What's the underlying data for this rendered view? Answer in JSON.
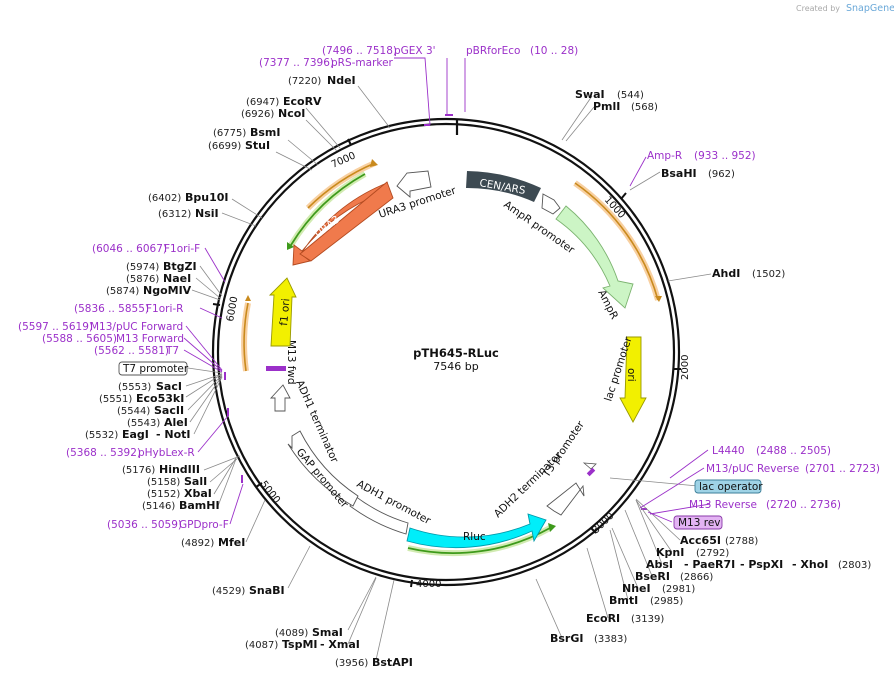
{
  "credit": {
    "prefix": "Created by",
    "brand": "SnapGene"
  },
  "plasmid": {
    "name": "pTH645-RLuc",
    "length": "7546 bp"
  },
  "ticks": [
    "1000",
    "2000",
    "3000",
    "4000",
    "5000",
    "6000",
    "7000"
  ],
  "features": {
    "cen_ars": "CEN/ARS",
    "ampr_promoter": "AmpR promoter",
    "ampr": "AmpR",
    "ori": "ori",
    "lac_promoter": "lac promoter",
    "t3_promoter": "T3 promoter",
    "adh2_terminator": "ADH2 terminator",
    "rluc": "Rluc",
    "adh1_promoter": "ADH1 promoter",
    "gap_promoter": "GAP promoter",
    "adh1_terminator": "ADH1 terminator",
    "m13_fwd": "M13 fwd",
    "f1_ori": "f1 ori",
    "ura3": "URA3",
    "ura3_promoter": "URA3 promoter"
  },
  "boxed_labels": {
    "t7_promoter": "T7 promoter",
    "lac_operator": "lac operator",
    "m13_rev": "M13 rev"
  },
  "enzymes": {
    "swai": {
      "name": "SwaI",
      "pos": "(544)"
    },
    "pmli": {
      "name": "PmlI",
      "pos": "(568)"
    },
    "bsahi": {
      "name": "BsaHI",
      "pos": "(962)"
    },
    "ahdi": {
      "name": "AhdI",
      "pos": "(1502)"
    },
    "acc65i": {
      "name": "Acc65I",
      "pos": "(2788)"
    },
    "kpni": {
      "name": "KpnI",
      "pos": "(2792)"
    },
    "absi": {
      "name": "AbsI",
      "pos": ""
    },
    "paer7i": {
      "name": "- PaeR7I",
      "pos": ""
    },
    "pspxi": {
      "name": "- PspXI",
      "pos": ""
    },
    "xhoi": {
      "name": "- XhoI",
      "pos": "(2803)"
    },
    "bseri": {
      "name": "BseRI",
      "pos": "(2866)"
    },
    "nhei": {
      "name": "NheI",
      "pos": "(2981)"
    },
    "bmti": {
      "name": "BmtI",
      "pos": "(2985)"
    },
    "ecori": {
      "name": "EcoRI",
      "pos": "(3139)"
    },
    "bsrgi": {
      "name": "BsrGI",
      "pos": "(3383)"
    },
    "bstapi": {
      "name": "BstAPI",
      "pos": "(3956)"
    },
    "smai": {
      "name": "SmaI",
      "pos": "(4089)"
    },
    "tspmi": {
      "name": "TspMI",
      "pos": "(4087)"
    },
    "xmai": {
      "name": "- XmaI",
      "pos": ""
    },
    "snabi": {
      "name": "SnaBI",
      "pos": "(4529)"
    },
    "mfei": {
      "name": "MfeI",
      "pos": "(4892)"
    },
    "bamhi": {
      "name": "BamHI",
      "pos": "(5146)"
    },
    "xbai": {
      "name": "XbaI",
      "pos": "(5152)"
    },
    "sali": {
      "name": "SalI",
      "pos": "(5158)"
    },
    "hindiii": {
      "name": "HindIII",
      "pos": "(5176)"
    },
    "eagi": {
      "name": "EagI",
      "pos": "(5532)"
    },
    "noti": {
      "name": "- NotI",
      "pos": ""
    },
    "alei": {
      "name": "AleI",
      "pos": "(5543)"
    },
    "sacii": {
      "name": "SacII",
      "pos": "(5544)"
    },
    "eco53ki": {
      "name": "Eco53kI",
      "pos": "(5551)"
    },
    "saci": {
      "name": "SacI",
      "pos": "(5553)"
    },
    "ngomiv": {
      "name": "NgoMIV",
      "pos": "(5874)"
    },
    "naei": {
      "name": "NaeI",
      "pos": "(5876)"
    },
    "btgzi": {
      "name": "BtgZI",
      "pos": "(5974)"
    },
    "nsii": {
      "name": "NsiI",
      "pos": "(6312)"
    },
    "bpu10i": {
      "name": "Bpu10I",
      "pos": "(6402)"
    },
    "stui": {
      "name": "StuI",
      "pos": "(6699)"
    },
    "bsmi": {
      "name": "BsmI",
      "pos": "(6775)"
    },
    "ncoi": {
      "name": "NcoI",
      "pos": "(6926)"
    },
    "ecorv": {
      "name": "EcoRV",
      "pos": "(6947)"
    },
    "ndei": {
      "name": "NdeI",
      "pos": "(7220)"
    }
  },
  "primers": {
    "pgex3": {
      "name": "pGEX 3'",
      "pos": "(7496 .. 7518)"
    },
    "prs_marker": {
      "name": "pRS-marker",
      "pos": "(7377 .. 7396)"
    },
    "pbrforeco": {
      "name": "pBRforEco",
      "pos": "(10 .. 28)"
    },
    "amp_r": {
      "name": "Amp-R",
      "pos": "(933 .. 952)"
    },
    "l4440": {
      "name": "L4440",
      "pos": "(2488 .. 2505)"
    },
    "m13puc_rev": {
      "name": "M13/pUC Reverse",
      "pos": "(2701 .. 2723)"
    },
    "m13_reverse": {
      "name": "M13 Reverse",
      "pos": "(2720 .. 2736)"
    },
    "f1ori_f": {
      "name": "F1ori-F",
      "pos": "(6046 .. 6067)"
    },
    "f1ori_r": {
      "name": "F1ori-R",
      "pos": "(5836 .. 5855)"
    },
    "m13puc_fwd": {
      "name": "M13/pUC Forward",
      "pos": "(5597 .. 5619)"
    },
    "m13_forward": {
      "name": "M13 Forward",
      "pos": "(5588 .. 5605)"
    },
    "t7": {
      "name": "T7",
      "pos": "(5562 .. 5581)"
    },
    "phyblex_r": {
      "name": "pHybLex-R",
      "pos": "(5368 .. 5392)"
    },
    "gpdpro_f": {
      "name": "GPDpro-F",
      "pos": "(5036 .. 5059)"
    }
  },
  "colors": {
    "backbone": "#111111",
    "cen_ars": "#3d4a52",
    "ampr": "#ccf5c5",
    "ori": "#f2f000",
    "rluc": "#00eefa",
    "ura3": "#f07a4c",
    "f1ori": "#f2f000",
    "primer": "#9b30c9",
    "lac_operator": "#9fd3e6",
    "m13rev_box": "#e3b3f3",
    "orf_orange": "#d8952a",
    "orf_green": "#4aa823"
  }
}
